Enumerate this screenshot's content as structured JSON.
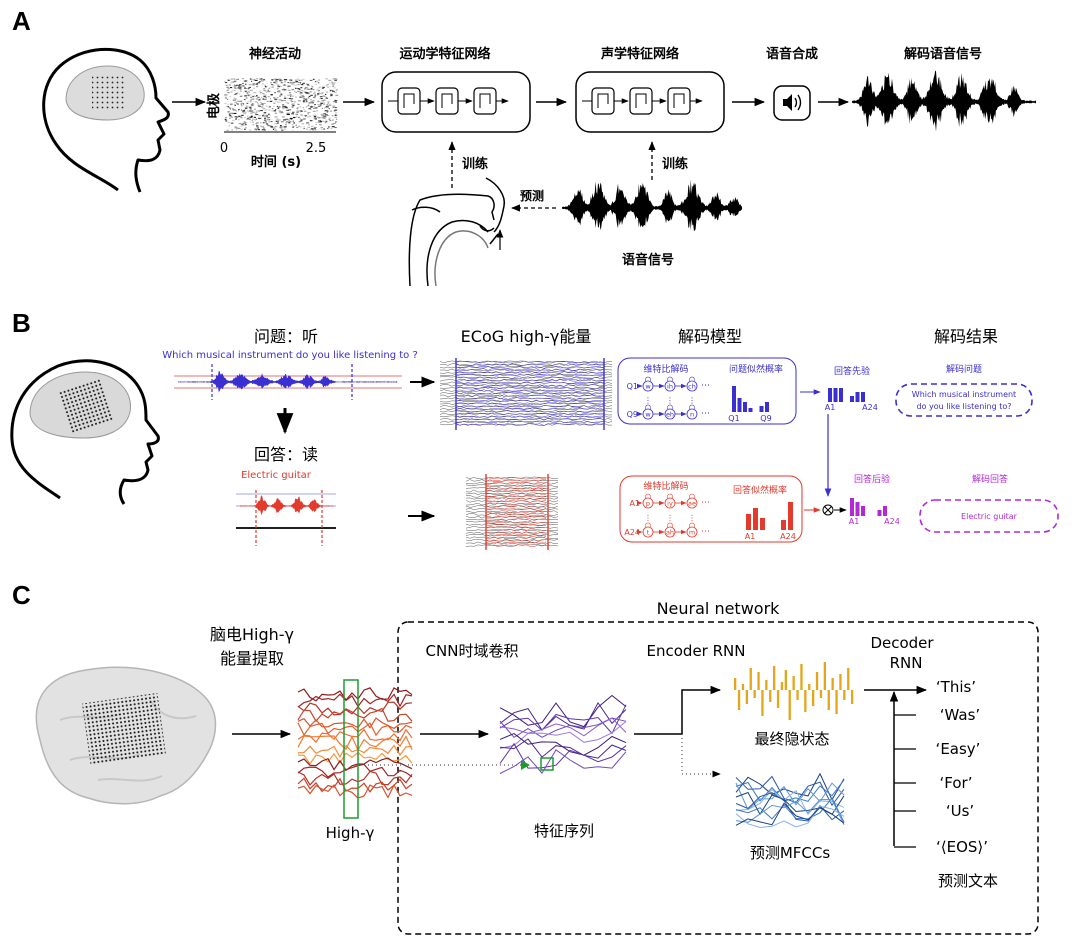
{
  "panels": {
    "a": "A",
    "b": "B",
    "c": "C"
  },
  "a": {
    "neural": "神经活动",
    "elec": "电极",
    "t0": "0",
    "t1": "2.5",
    "time": "时间 (s)",
    "artic": "运动学特征网络",
    "acoustic": "声学特征网络",
    "synth": "语音合成",
    "decoded": "解码语音信号",
    "train": "训练",
    "predict": "预测",
    "speech": "语音信号"
  },
  "b": {
    "listen": "问题：听",
    "ecog": "ECoG high-γ能量",
    "model": "解码模型",
    "result": "解码结果",
    "sentence": "Which musical instrument do you like listening to ?",
    "answer": "回答：读",
    "guitar": "Electric guitar",
    "viterbi": "维特比解码",
    "q_likelihood": "问题似然概率",
    "q1": "Q1",
    "q9": "Q9",
    "a1": "A1",
    "a24": "A24",
    "prior": "回答先验",
    "a_likelihood": "回答似然概率",
    "posterior": "回答后验",
    "decoded_q": "解码问题",
    "decoded_q_l1": "Which musical instrument",
    "decoded_q_l2": "do you like listening to?",
    "decoded_a": "解码回答",
    "decoded_a_text": "Electric guitar",
    "ph_w": "w",
    "ph_ih": "ih",
    "ph_ch": "ch",
    "ph_eh": "eh",
    "ph_n": "n",
    "ph_p": "p",
    "ph_iy": "iy",
    "ph_ae": "ae",
    "ph_t": "t",
    "ph_ah": "ah",
    "ph_m": "m"
  },
  "c": {
    "nn": "Neural network",
    "eeg1": "脑电High-γ",
    "eeg2": "能量提取",
    "cnn": "CNN时域卷积",
    "encoder": "Encoder RNN",
    "decoder1": "Decoder",
    "decoder2": "RNN",
    "highg": "High-γ",
    "seq": "特征序列",
    "final": "最终隐状态",
    "mfcc": "预测MFCCs",
    "outtext": "预测文本",
    "words": [
      "‘This’",
      "‘Was’",
      "‘Easy’",
      "‘For’",
      "‘Us’",
      "‘⟨EOS⟩’"
    ]
  },
  "colors": {
    "blue": "#3a2fd0",
    "red": "#e23a2c",
    "purple": "#b12ad6",
    "orange": "#e3a51a",
    "green": "#1f9b2e",
    "mfcc": "#3b78c8"
  }
}
